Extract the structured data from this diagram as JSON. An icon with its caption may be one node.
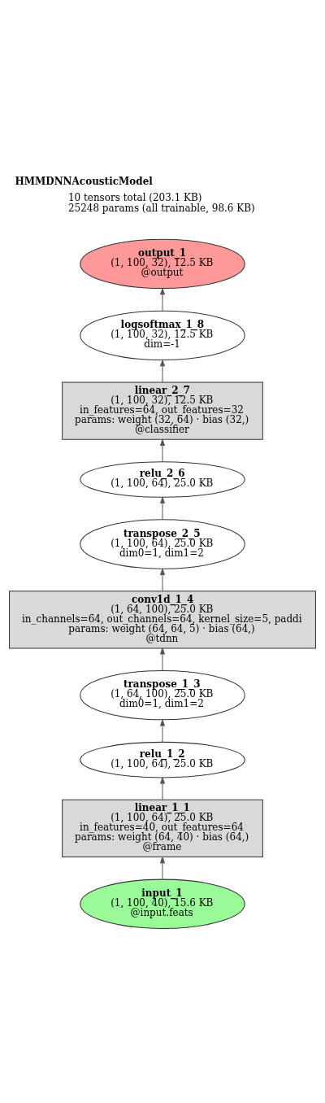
{
  "diagram": {
    "title": "HMMDNNAcousticModel",
    "nodes": [
      {
        "text": [
          "output_1",
          "(1, 100, 32), 12.5 KB",
          "@output"
        ]
      },
      {
        "text": [
          "logsoftmax_1_8",
          "(1, 100, 32), 12.5 KB",
          "dim=-1"
        ]
      },
      {
        "text": [
          "linear_2_7",
          "(1, 100, 32), 12.5 KB",
          "in_features=64, out_features=32",
          "params: weight (32, 64) · bias (32,)",
          "@classifier"
        ]
      },
      {
        "text": [
          "relu_2_6",
          "(1, 100, 64), 25.0 KB"
        ]
      },
      {
        "text": [
          "transpose_2_5",
          "(1, 100, 64), 25.0 KB",
          "dim0=1, dim1=2"
        ]
      },
      {
        "text": [
          "conv1d_1_4",
          "(1, 64, 100), 25.0 KB",
          "in_channels=64, out_channels=64, kernel_size=5, paddi",
          "params: weight (64, 64, 5) · bias (64,)",
          "@tdnn"
        ]
      },
      {
        "text": [
          "transpose_1_3",
          "(1, 64, 100), 25.0 KB",
          "dim0=1, dim1=2"
        ]
      },
      {
        "text": [
          "relu_1_2",
          "(1, 100, 64), 25.0 KB"
        ]
      },
      {
        "text": [
          "linear_1_1",
          "(1, 100, 64), 25.0 KB",
          "in_features=40, out_features=64",
          "params: weight (64, 40) · bias (64,)",
          "@frame"
        ]
      },
      {
        "text": [
          "input_1",
          "(1, 100, 40), 15.6 KB",
          "@input.feats"
        ]
      }
    ],
    "edges": [
      {
        "from": 9,
        "to": 8,
        "arrow": "to"
      },
      {
        "from": 8,
        "to": 7,
        "arrow": "to"
      },
      {
        "from": 7,
        "to": 6,
        "arrow": "to"
      },
      {
        "from": 6,
        "to": 5,
        "arrow": "to"
      },
      {
        "from": 5,
        "to": 4,
        "arrow": "to"
      },
      {
        "from": 4,
        "to": 3,
        "arrow": "to"
      },
      {
        "from": 3,
        "to": 2,
        "arrow": "to"
      },
      {
        "from": 2,
        "to": 1,
        "arrow": "to"
      },
      {
        "from": 1,
        "to": 0,
        "arrow": "to"
      }
    ],
    "labels": [
      "10 tensors total (203.1 KB)",
      "25248 params (all trainable, 98.6 KB)"
    ]
  }
}
